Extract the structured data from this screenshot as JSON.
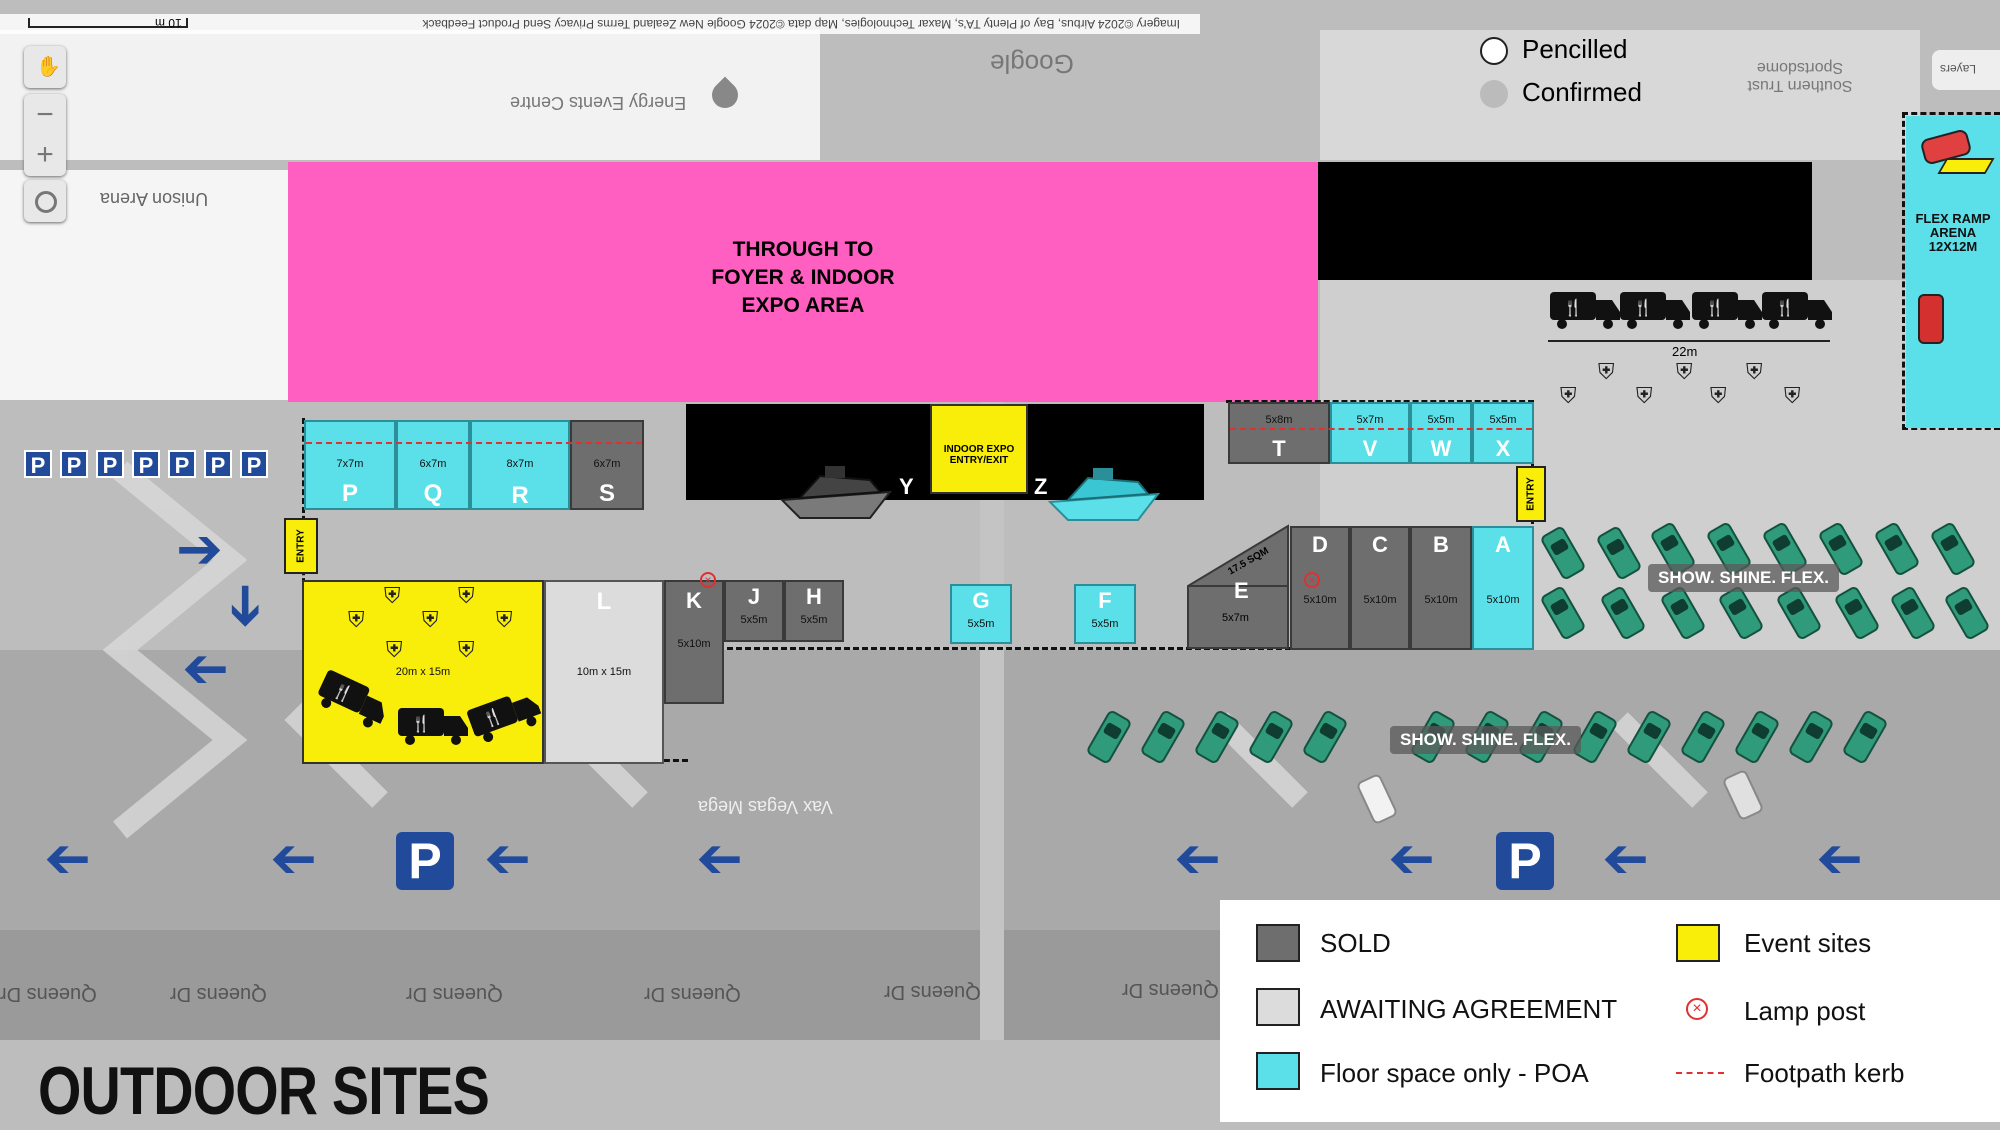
{
  "map": {
    "title": "OUTDOOR SITES",
    "foyer_label": "THROUGH TO\nFOYER & INDOOR\nEXPO AREA",
    "indoor_entry_label": "INDOOR EXPO\nENTRY/EXIT",
    "entry_label": "ENTRY",
    "flex_ramp_label": "FLEX RAMP\nARENA\n12X12M",
    "food_dim_label": "22m",
    "show_shine_label": "SHOW. SHINE. FLEX.",
    "parking_letter": "P",
    "road_name": "Queens Dr",
    "basemap_labels": {
      "google": "Google",
      "energy_events": "Energy Events Centre",
      "unison": "Unison Arena",
      "southern_trust": "Southern Trust Sportsdome",
      "vax_vegas": "Vax Vegas Mega",
      "attribution": "Imagery ©2024 Airbus, Bay of Plenty TA's, Maxar Technologies, Map data ©2024 Google   New Zealand   Terms   Privacy   Send Product Feedback",
      "scale": "10 m",
      "layers": "Layers"
    },
    "map_controls": {
      "zoom_in": "+",
      "zoom_out": "−"
    }
  },
  "top_legend": {
    "pencilled": "Pencilled",
    "confirmed": "Confirmed"
  },
  "legend": {
    "sold": "SOLD",
    "awaiting": "AWAITING AGREEMENT",
    "floor": "Floor space only - POA",
    "event": "Event sites",
    "lamp": "Lamp post",
    "kerb": "Footpath kerb"
  },
  "colors": {
    "sold": "#6e6e6e",
    "awaiting": "#dcdcdc",
    "floor": "#5be0ea",
    "event": "#f8ee0a",
    "foyer": "#ff5fc0",
    "parking": "#214b9a",
    "car": "#2f9b7a",
    "kerb": "#e03030"
  },
  "sites": {
    "P": {
      "letter": "P",
      "size": "7x7m"
    },
    "Q": {
      "letter": "Q",
      "size": "6x7m"
    },
    "R": {
      "letter": "R",
      "size": "8x7m"
    },
    "S": {
      "letter": "S",
      "size": "6x7m"
    },
    "T": {
      "letter": "T",
      "size": "5x8m"
    },
    "V": {
      "letter": "V",
      "size": "5x7m"
    },
    "W": {
      "letter": "W",
      "size": "5x5m"
    },
    "X": {
      "letter": "X",
      "size": "5x5m"
    },
    "Y": {
      "letter": "Y"
    },
    "Z": {
      "letter": "Z"
    },
    "L": {
      "letter": "L",
      "size": "10m x 15m"
    },
    "K": {
      "letter": "K",
      "size": "5x10m"
    },
    "J": {
      "letter": "J",
      "size": "5x5m"
    },
    "H": {
      "letter": "H",
      "size": "5x5m"
    },
    "G": {
      "letter": "G",
      "size": "5x5m"
    },
    "F": {
      "letter": "F",
      "size": "5x5m"
    },
    "E": {
      "letter": "E",
      "size": "5x7m",
      "extra": "17.5 SQM"
    },
    "D": {
      "letter": "D",
      "size": "5x10m"
    },
    "C": {
      "letter": "C",
      "size": "5x10m"
    },
    "B": {
      "letter": "B",
      "size": "5x10m"
    },
    "A": {
      "letter": "A",
      "size": "5x10m"
    },
    "event_area": {
      "size": "20m x 15m"
    }
  }
}
